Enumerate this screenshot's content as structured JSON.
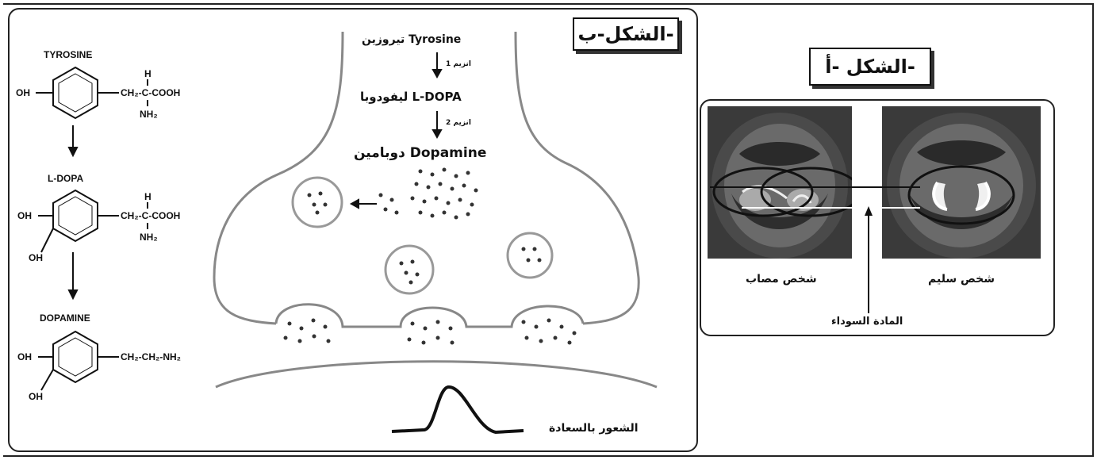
{
  "figure_b": {
    "label": "الشكل-ب-",
    "pathway": {
      "tyrosine": "Tyrosine تيروزين",
      "enzyme1": "انزيم 1",
      "ldopa": "L-DOPA ليفودوبا",
      "enzyme2": "انزيم 2",
      "dopamine": "Dopamine دوبامين"
    },
    "happiness": "الشعور بالسعادة"
  },
  "chemistry": {
    "tyrosine_title": "TYROSINE",
    "ldopa_title": "L-DOPA",
    "dopamine_title": "DOPAMINE",
    "oh": "OH",
    "h": "H",
    "chain_cooh": "CH₂-C-COOH",
    "nh2": "NH₂",
    "chain_dopamine": "CH₂-CH₂-NH₂"
  },
  "figure_a": {
    "label": "الشكل -أ-",
    "affected": "شخص مصاب",
    "healthy": "شخص سليم",
    "substantia": "المادة السوداء"
  },
  "colors": {
    "ink": "#111111",
    "scan_dark": "#3a3a3a",
    "scan_light": "#cfcfcf"
  }
}
